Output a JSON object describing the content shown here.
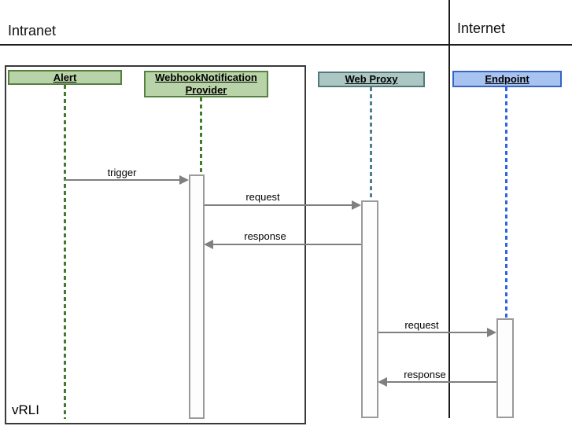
{
  "diagram": {
    "type": "sequence",
    "zones": [
      {
        "label": "Intranet"
      },
      {
        "label": "Internet"
      }
    ],
    "frame": {
      "label": "vRLI"
    },
    "actors": [
      {
        "id": "alert",
        "label_lines": [
          "Alert"
        ],
        "scheme": "green"
      },
      {
        "id": "webhook-notification-provider",
        "label_lines": [
          "WebhookNotification",
          "Provider"
        ],
        "scheme": "green"
      },
      {
        "id": "web-proxy",
        "label_lines": [
          "Web Proxy"
        ],
        "scheme": "teal"
      },
      {
        "id": "endpoint",
        "label_lines": [
          "Endpoint"
        ],
        "scheme": "blue"
      }
    ],
    "messages": [
      {
        "label": "trigger",
        "from": "Alert",
        "to": "WebhookNotificationProvider",
        "direction": "right"
      },
      {
        "label": "request",
        "from": "WebhookNotificationProvider",
        "to": "Web Proxy",
        "direction": "right"
      },
      {
        "label": "response",
        "from": "Web Proxy",
        "to": "WebhookNotificationProvider",
        "direction": "left"
      },
      {
        "label": "request",
        "from": "Web Proxy",
        "to": "Endpoint",
        "direction": "right"
      },
      {
        "label": "response",
        "from": "Endpoint",
        "to": "Web Proxy",
        "direction": "left"
      }
    ],
    "colors": {
      "green_fill": "#b9d3a8",
      "green_stroke": "#56813f",
      "teal_fill": "#abc6c3",
      "teal_stroke": "#53797b",
      "blue_fill": "#a9c3f0",
      "blue_stroke": "#3665c4",
      "lifeline_green": "#3f7d2c",
      "lifeline_teal": "#4d7f8e",
      "lifeline_blue": "#2e65de",
      "arrow": "#7f7f7f",
      "bar_fill": "#fdfdfd",
      "bar_stroke": "#9a9a9a",
      "frame_stroke": "#3a3a3a",
      "line_black": "#1c1c1c"
    }
  }
}
